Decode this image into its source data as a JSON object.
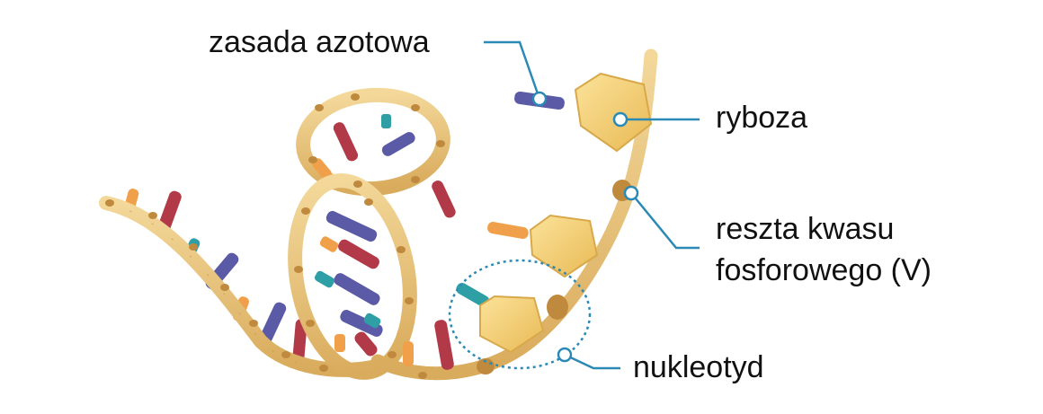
{
  "labels": {
    "nitrogen_base": "zasada azotowa",
    "ribose": "ryboza",
    "phosphate_line1": "reszta kwasu",
    "phosphate_line2": "fosforowego (V)",
    "nucleotide": "nukleotyd"
  },
  "colors": {
    "backbone": "#e8c477",
    "backbone_edge": "#c99b4a",
    "phosphate": "#c08a3e",
    "sugar": "#f2cf6e",
    "sugar_edge": "#d8a94a",
    "base_red": "#b23a48",
    "base_purple": "#5a5aa6",
    "base_teal": "#2f9fa6",
    "base_orange": "#f0a04a",
    "pointer_line": "#2a8ab5"
  },
  "icons": [
    "pentagon-sugar",
    "phosphate-dot",
    "base-rod"
  ]
}
